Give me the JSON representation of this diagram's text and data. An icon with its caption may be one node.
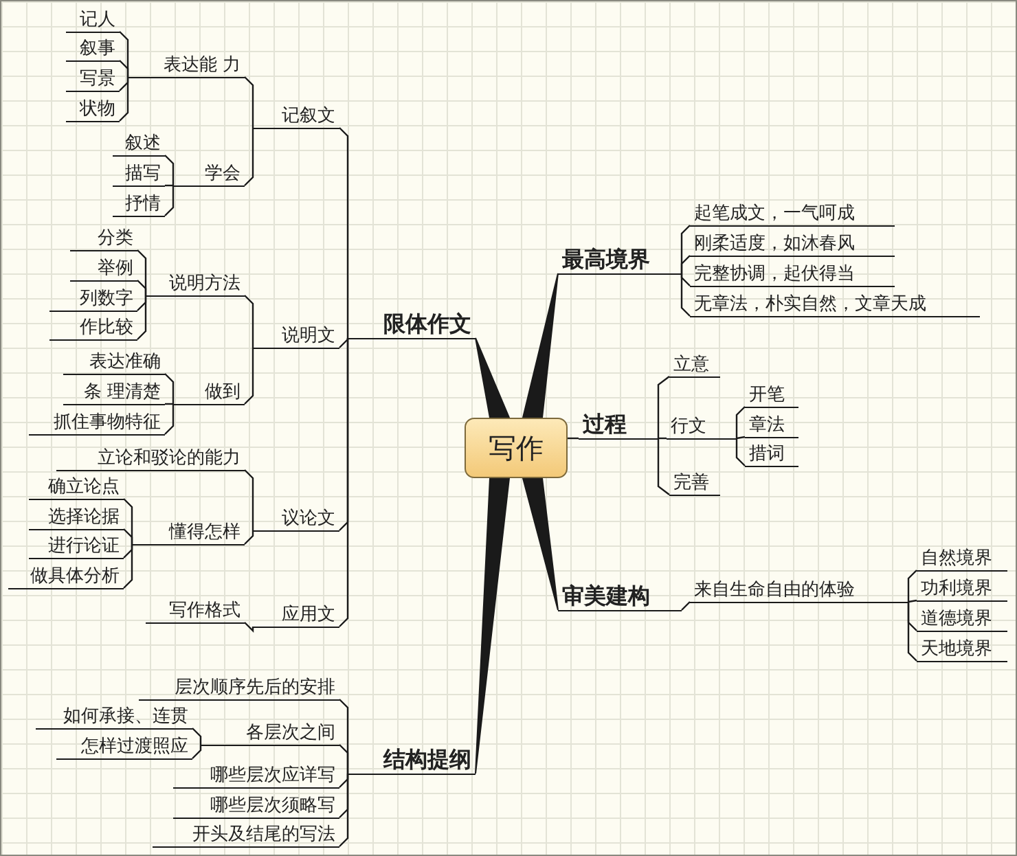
{
  "diagram": {
    "nodes": [
      {
        "text": [
          "写作"
        ]
      },
      {
        "text": [
          "限体作文"
        ]
      },
      {
        "text": [
          "记叙文"
        ]
      },
      {
        "text": [
          "表达能 力"
        ]
      },
      {
        "text": [
          "记人"
        ]
      },
      {
        "text": [
          "叙事"
        ]
      },
      {
        "text": [
          "写景"
        ]
      },
      {
        "text": [
          "状物"
        ]
      },
      {
        "text": [
          "学会"
        ]
      },
      {
        "text": [
          "叙述"
        ]
      },
      {
        "text": [
          "描写"
        ]
      },
      {
        "text": [
          "抒情"
        ]
      },
      {
        "text": [
          "说明文"
        ]
      },
      {
        "text": [
          "说明方法"
        ]
      },
      {
        "text": [
          "分类"
        ]
      },
      {
        "text": [
          "举例"
        ]
      },
      {
        "text": [
          "列数字"
        ]
      },
      {
        "text": [
          "作比较"
        ]
      },
      {
        "text": [
          "做到"
        ]
      },
      {
        "text": [
          "表达准确"
        ]
      },
      {
        "text": [
          "条 理清楚"
        ]
      },
      {
        "text": [
          "抓住事物特征"
        ]
      },
      {
        "text": [
          "议论文"
        ]
      },
      {
        "text": [
          "立论和驳论的能力"
        ]
      },
      {
        "text": [
          "懂得怎样"
        ]
      },
      {
        "text": [
          "确立论点"
        ]
      },
      {
        "text": [
          "选择论据"
        ]
      },
      {
        "text": [
          "进行论证"
        ]
      },
      {
        "text": [
          "做具体分析"
        ]
      },
      {
        "text": [
          "应用文"
        ]
      },
      {
        "text": [
          "写作格式"
        ]
      },
      {
        "text": [
          "结构提纲"
        ]
      },
      {
        "text": [
          "层次顺序先后的安排"
        ]
      },
      {
        "text": [
          "各层次之间"
        ]
      },
      {
        "text": [
          "如何承接、连贯"
        ]
      },
      {
        "text": [
          "怎样过渡照应"
        ]
      },
      {
        "text": [
          "哪些层次应详写"
        ]
      },
      {
        "text": [
          "哪些层次须略写"
        ]
      },
      {
        "text": [
          "开头及结尾的写法"
        ]
      },
      {
        "text": [
          "最高境界"
        ]
      },
      {
        "text": [
          "起笔成文，一气呵成"
        ]
      },
      {
        "text": [
          "刚柔适度，如沐春风"
        ]
      },
      {
        "text": [
          "完整协调，起伏得当"
        ]
      },
      {
        "text": [
          "无章法，朴实自然，文章天成"
        ]
      },
      {
        "text": [
          "过程"
        ]
      },
      {
        "text": [
          "立意"
        ]
      },
      {
        "text": [
          "行文"
        ]
      },
      {
        "text": [
          "开笔"
        ]
      },
      {
        "text": [
          "章法"
        ]
      },
      {
        "text": [
          "措词"
        ]
      },
      {
        "text": [
          "完善"
        ]
      },
      {
        "text": [
          "审美建构"
        ]
      },
      {
        "text": [
          "来自生命自由的体验"
        ]
      },
      {
        "text": [
          "自然境界"
        ]
      },
      {
        "text": [
          "功利境界"
        ]
      },
      {
        "text": [
          "道德境界"
        ]
      },
      {
        "text": [
          "天地境界"
        ]
      }
    ],
    "edges": [
      {
        "from": 0,
        "to": 1,
        "arrow": "none",
        "style": "thick"
      },
      {
        "from": 1,
        "to": 2,
        "arrow": "none"
      },
      {
        "from": 2,
        "to": 3,
        "arrow": "none"
      },
      {
        "from": 3,
        "to": 4,
        "arrow": "none"
      },
      {
        "from": 3,
        "to": 5,
        "arrow": "none"
      },
      {
        "from": 3,
        "to": 6,
        "arrow": "none"
      },
      {
        "from": 3,
        "to": 7,
        "arrow": "none"
      },
      {
        "from": 2,
        "to": 8,
        "arrow": "none"
      },
      {
        "from": 8,
        "to": 9,
        "arrow": "none"
      },
      {
        "from": 8,
        "to": 10,
        "arrow": "none"
      },
      {
        "from": 8,
        "to": 11,
        "arrow": "none"
      },
      {
        "from": 1,
        "to": 12,
        "arrow": "none"
      },
      {
        "from": 12,
        "to": 13,
        "arrow": "none"
      },
      {
        "from": 13,
        "to": 14,
        "arrow": "none"
      },
      {
        "from": 13,
        "to": 15,
        "arrow": "none"
      },
      {
        "from": 13,
        "to": 16,
        "arrow": "none"
      },
      {
        "from": 13,
        "to": 17,
        "arrow": "none"
      },
      {
        "from": 12,
        "to": 18,
        "arrow": "none"
      },
      {
        "from": 18,
        "to": 19,
        "arrow": "none"
      },
      {
        "from": 18,
        "to": 20,
        "arrow": "none"
      },
      {
        "from": 18,
        "to": 21,
        "arrow": "none"
      },
      {
        "from": 1,
        "to": 22,
        "arrow": "none"
      },
      {
        "from": 22,
        "to": 23,
        "arrow": "none"
      },
      {
        "from": 22,
        "to": 24,
        "arrow": "none"
      },
      {
        "from": 24,
        "to": 25,
        "arrow": "none"
      },
      {
        "from": 24,
        "to": 26,
        "arrow": "none"
      },
      {
        "from": 24,
        "to": 27,
        "arrow": "none"
      },
      {
        "from": 24,
        "to": 28,
        "arrow": "none"
      },
      {
        "from": 1,
        "to": 29,
        "arrow": "none"
      },
      {
        "from": 29,
        "to": 30,
        "arrow": "none"
      },
      {
        "from": 0,
        "to": 31,
        "arrow": "none",
        "style": "thick"
      },
      {
        "from": 31,
        "to": 32,
        "arrow": "none"
      },
      {
        "from": 31,
        "to": 33,
        "arrow": "none"
      },
      {
        "from": 33,
        "to": 34,
        "arrow": "none"
      },
      {
        "from": 33,
        "to": 35,
        "arrow": "none"
      },
      {
        "from": 31,
        "to": 36,
        "arrow": "none"
      },
      {
        "from": 31,
        "to": 37,
        "arrow": "none"
      },
      {
        "from": 31,
        "to": 38,
        "arrow": "none"
      },
      {
        "from": 0,
        "to": 39,
        "arrow": "none",
        "style": "thick"
      },
      {
        "from": 39,
        "to": 40,
        "arrow": "none"
      },
      {
        "from": 39,
        "to": 41,
        "arrow": "none"
      },
      {
        "from": 39,
        "to": 42,
        "arrow": "none"
      },
      {
        "from": 39,
        "to": 43,
        "arrow": "none"
      },
      {
        "from": 0,
        "to": 44,
        "arrow": "none"
      },
      {
        "from": 44,
        "to": 45,
        "arrow": "none"
      },
      {
        "from": 44,
        "to": 46,
        "arrow": "none"
      },
      {
        "from": 46,
        "to": 47,
        "arrow": "none"
      },
      {
        "from": 46,
        "to": 48,
        "arrow": "none"
      },
      {
        "from": 46,
        "to": 49,
        "arrow": "none"
      },
      {
        "from": 44,
        "to": 50,
        "arrow": "none"
      },
      {
        "from": 0,
        "to": 51,
        "arrow": "none",
        "style": "thick"
      },
      {
        "from": 51,
        "to": 52,
        "arrow": "none"
      },
      {
        "from": 52,
        "to": 53,
        "arrow": "none"
      },
      {
        "from": 52,
        "to": 54,
        "arrow": "none"
      },
      {
        "from": 52,
        "to": 55,
        "arrow": "none"
      },
      {
        "from": 52,
        "to": 56,
        "arrow": "none"
      }
    ]
  }
}
